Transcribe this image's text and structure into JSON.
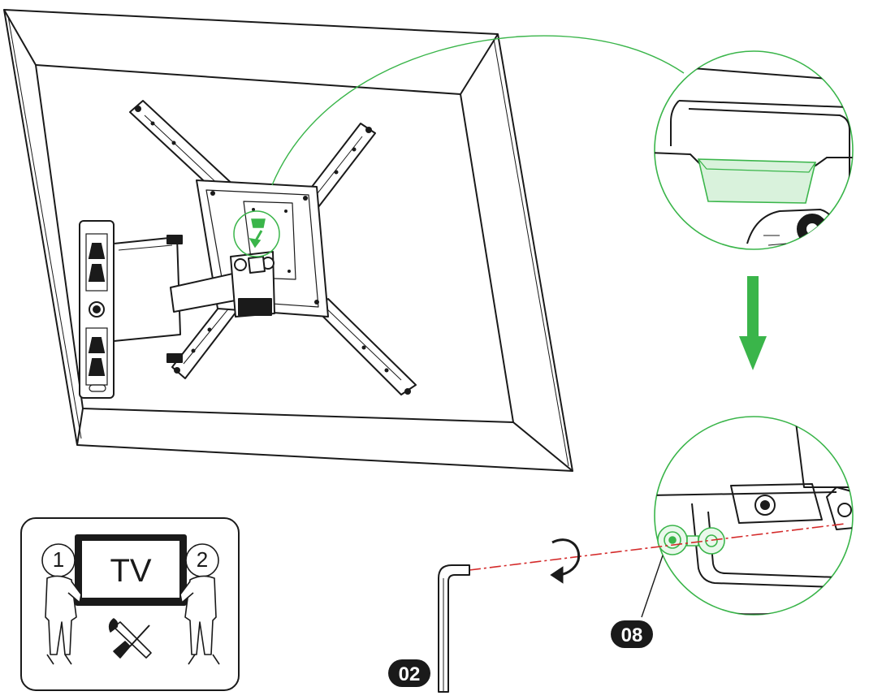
{
  "diagram": {
    "instruction_box": {
      "tv_label": "TV",
      "person_numbers": [
        "1",
        "2"
      ]
    },
    "parts": [
      {
        "id": "02",
        "label": "02",
        "item": "hex-key"
      },
      {
        "id": "08",
        "label": "08",
        "item": "locking-screw"
      }
    ],
    "icons": [
      "tv-icon",
      "person-icon",
      "wrench-icon",
      "screwdriver-icon",
      "rotate-arrow-icon",
      "down-arrow-icon"
    ],
    "colors": {
      "callout_green": "#3ab54a",
      "guide_red": "#d42a2a",
      "line": "#1a1a1a",
      "badge": "#1a1a1a"
    }
  }
}
